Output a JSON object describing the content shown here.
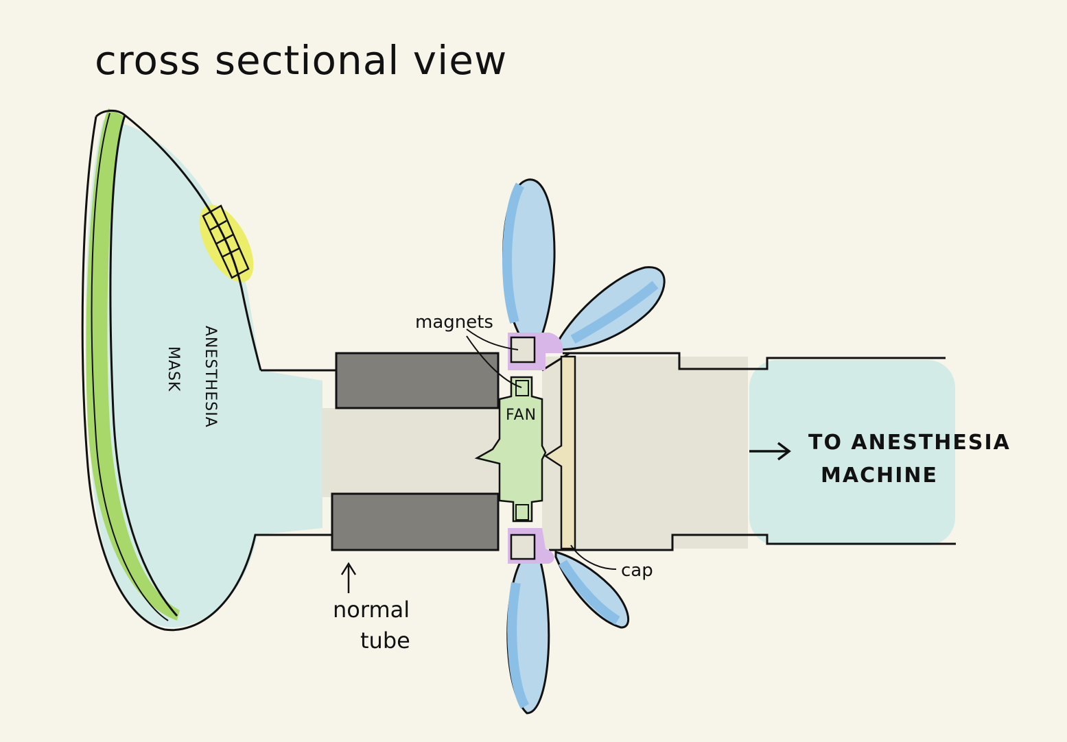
{
  "title": "cross sectional view",
  "labels": {
    "mask_line1": "ANESTHESIA",
    "mask_line2": "MASK",
    "magnets": "magnets",
    "fan": "FAN",
    "cap": "cap",
    "normal_tube_line1": "normal",
    "normal_tube_line2": "tube",
    "machine_line1": "TO ANESTHESIA",
    "machine_line2": "MACHINE"
  },
  "colors": {
    "background": "#f7f4ea",
    "mask_fill": "#d3ebe6",
    "cushion_green": "#a9d86a",
    "valve_yellow": "#ecee6a",
    "tube_dark": "#807f7a",
    "airway_gray": "#e5e2d6",
    "fan_green": "#cde6b5",
    "blade_blue": "#b8d7eb",
    "blade_blue_dark": "#8cbfe6",
    "magnet_purple": "#d8b6e8",
    "cap_beige": "#ece3bd",
    "outline": "#111111"
  }
}
